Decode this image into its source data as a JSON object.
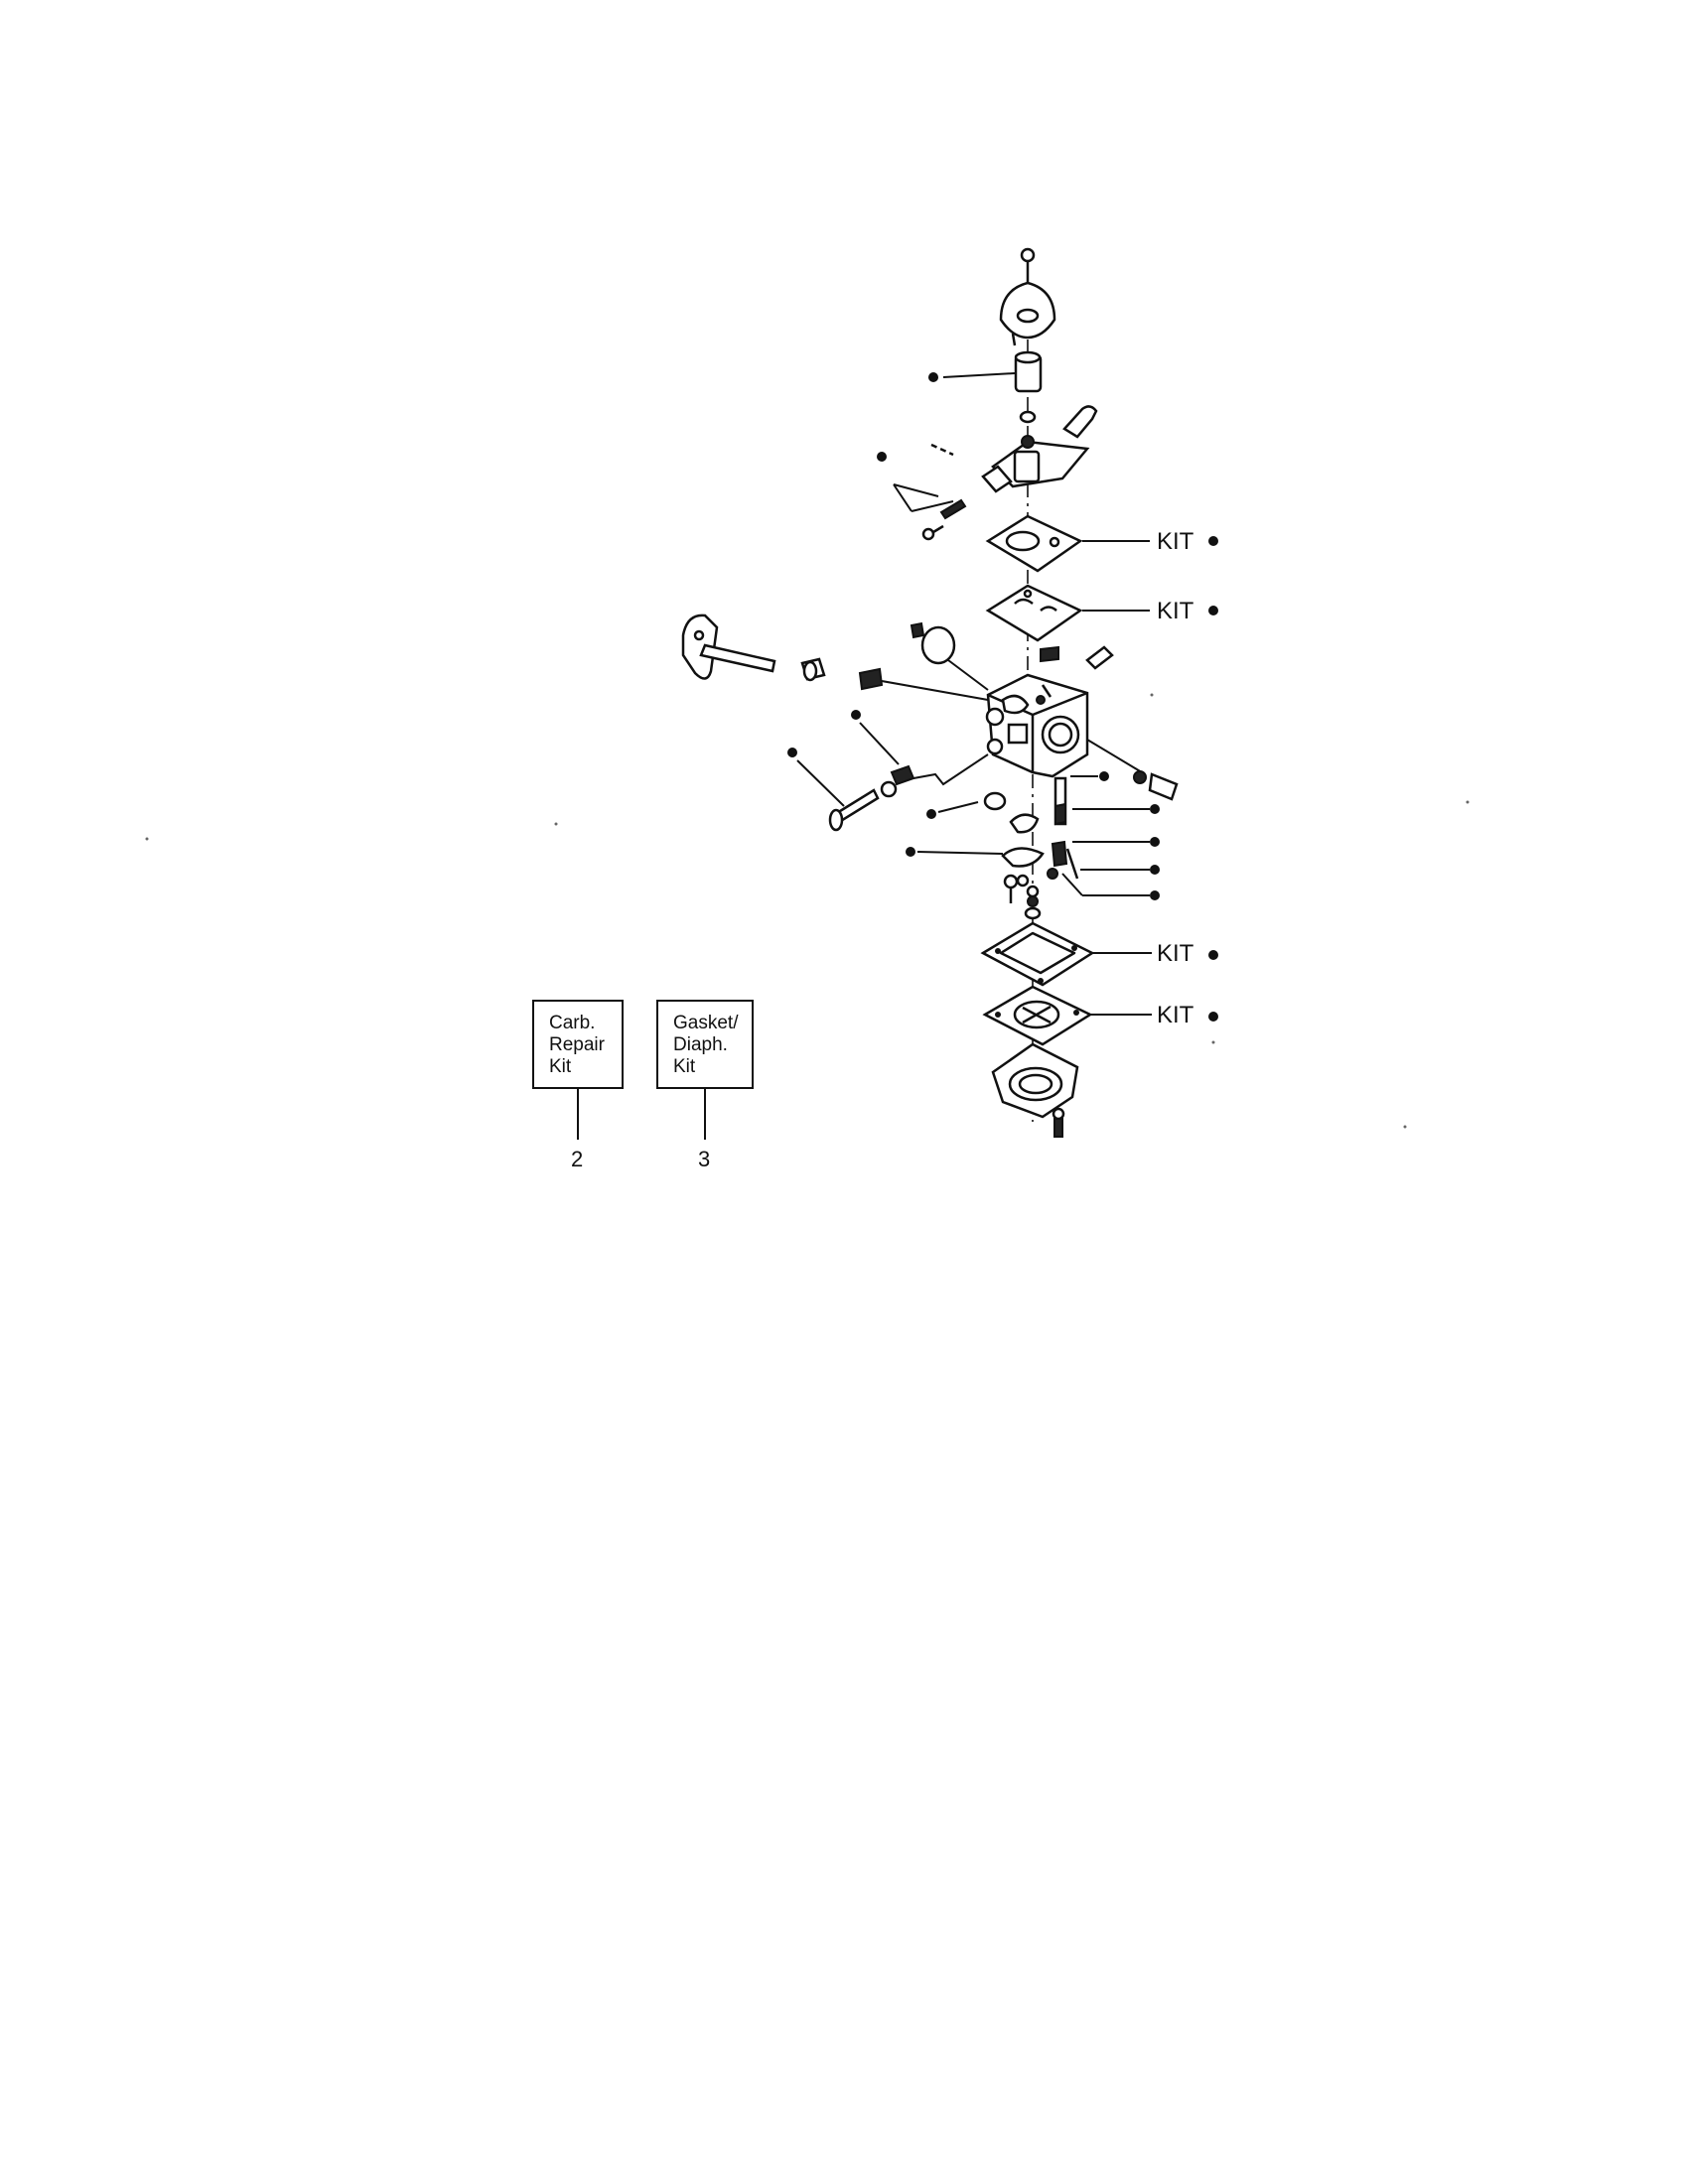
{
  "diagram": {
    "kit_callouts": [
      {
        "label": "KIT"
      },
      {
        "label": "KIT"
      },
      {
        "label": "KIT"
      },
      {
        "label": "KIT"
      }
    ],
    "kit_boxes": [
      {
        "lines": [
          "Carb.",
          "Repair",
          "Kit"
        ],
        "number": "2"
      },
      {
        "lines": [
          "Gasket/",
          "Diaph.",
          "Kit"
        ],
        "number": "3"
      }
    ]
  }
}
